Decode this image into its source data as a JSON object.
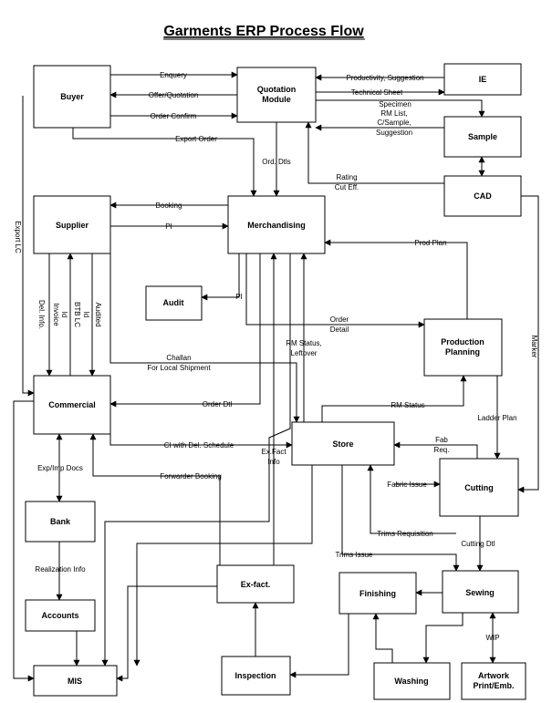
{
  "title": "Garments ERP Process Flow",
  "nodes": {
    "buyer": "Buyer",
    "quotation": [
      "Quotation",
      "Module"
    ],
    "ie": "IE",
    "sample": "Sample",
    "cad": "CAD",
    "supplier": "Supplier",
    "merchandising": "Merchandising",
    "audit": "Audit",
    "production_planning": [
      "Production",
      "Planning"
    ],
    "commercial": "Commercial",
    "store": "Store",
    "cutting": "Cutting",
    "bank": "Bank",
    "accounts": "Accounts",
    "ex_fact": "Ex-fact.",
    "finishing": "Finishing",
    "sewing": "Sewing",
    "inspection": "Inspection",
    "washing": "Washing",
    "artwork": [
      "Artwork",
      "Print/Emb."
    ],
    "mis": "MIS"
  },
  "edges": {
    "enquery": "Enquery",
    "offer_quotation": "Offer/Quotation",
    "order_confirm": "Order Confirm",
    "export_order": "Export Order",
    "productivity_suggestion": "Productivity, Suggestion",
    "technical_sheet": "Technical Sheet",
    "specimen": "Specimen",
    "rm_list": [
      "RM List,",
      "C/Sample,",
      "Suggestion"
    ],
    "ord_dtls": "Ord. Dtls",
    "rating_cut_eff": [
      "Rating",
      "Cut Eff."
    ],
    "export_lc": "Export LC",
    "booking": "Booking",
    "pi_supplier": "PI",
    "pi_audit": "PI",
    "prod_plan": "Prod Plan",
    "marker": "Marker",
    "del_info": [
      "Del. Info."
    ],
    "invoice_id": [
      "Invoice",
      "Id"
    ],
    "btb_lc": "BTB LC",
    "audited_id": [
      "Audited",
      "Id"
    ],
    "order_detail": [
      "Order",
      "Detail"
    ],
    "challan": [
      "Challan",
      "For Local Shipment"
    ],
    "rm_status_leftover": [
      "RM Status,",
      "Leftover"
    ],
    "rm_status": "RM Status",
    "order_dtl": "Order Dtl",
    "ladder_plan": "Ladder Plan",
    "ci_del_schedule": "CI with Del. Schedule",
    "ex_fact_info": [
      "Ex.Fact",
      "Info"
    ],
    "fab_req": [
      "Fab",
      "Req."
    ],
    "exp_imp_docs": "Exp/Imp Docs",
    "forwarder_booking": "Forwarder Booking",
    "fabric_issue": "Fabric Issue",
    "trims_requisition": "Trims Requisition",
    "cutting_dtl": "Cutting Dtl",
    "realization_info": "Realization Info",
    "trims_issue": "Trims Issue",
    "wip": "WIP"
  }
}
